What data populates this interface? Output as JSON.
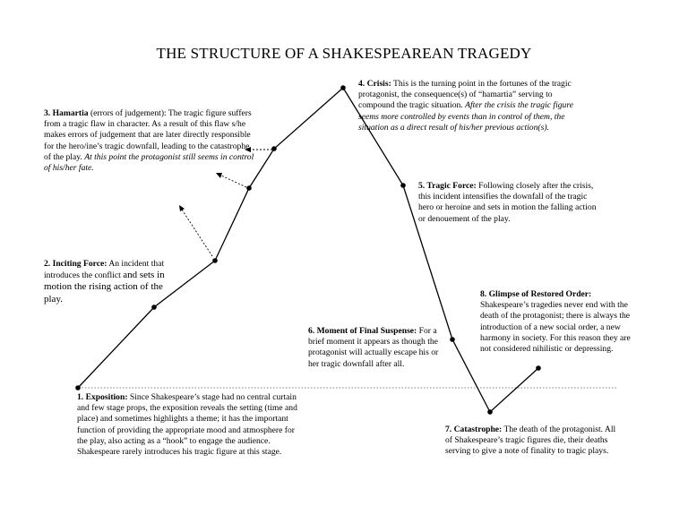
{
  "title": "THE STRUCTURE OF A SHAKESPEAREAN TRAGEDY",
  "stages": [
    {
      "heading": "1. Exposition:",
      "body": "Since Shakespeare’s stage had no central curtain and few stage props, the exposition reveals the setting (time and place) and sometimes highlights a theme; it has the important function of providing the appropriate mood and atmosphere for the play, also acting as a “hook” to engage the audience.  Shakespeare rarely introduces his tragic figure at this stage."
    },
    {
      "heading": "2. Inciting Force:",
      "body_small": "An incident that introduces the conflict",
      "body_large": "and sets in motion the rising action of the play."
    },
    {
      "heading": "3. Hamartia",
      "heading_extra": "(errors of judgement):",
      "body": "The tragic figure suffers from a tragic flaw in character.  As a result of this flaw s/he makes errors of judgement that are later directly responsible for the hero/ine’s tragic downfall, leading to the catastrophe of the play.",
      "italic": "At this point the protagonist still seems in control of his/her fate."
    },
    {
      "heading": "4. Crisis:",
      "body": "This is the turning point in the fortunes of the tragic protagonist, the consequence(s) of “hamartia” serving to compound the tragic situation.",
      "italic": "After the crisis the tragic figure seems more controlled by events than in control of them, the situation as a direct result of his/her previous action(s)."
    },
    {
      "heading": "5. Tragic Force:",
      "body": "Following closely after the crisis, this incident intensifies the downfall of the tragic hero or heroine and sets in motion the falling action or denouement of the play."
    },
    {
      "heading": "6. Moment of Final Suspense:",
      "body": "For a  brief moment it appears as though the protagonist will actually escape his or her tragic downfall after all."
    },
    {
      "heading": "7. Catastrophe:",
      "body": "The death of the protagonist. All of Shakespeare’s tragic figures die, their deaths serving to give a note of finality to tragic plays."
    },
    {
      "heading": "8. Glimpse of Restored Order:",
      "body": "Shakespeare’s tragedies never end with the death of the protagonist; there is always the introduction of a new social order, a new harmony in society.  For this reason they are not considered nihilistic or depressing."
    }
  ]
}
